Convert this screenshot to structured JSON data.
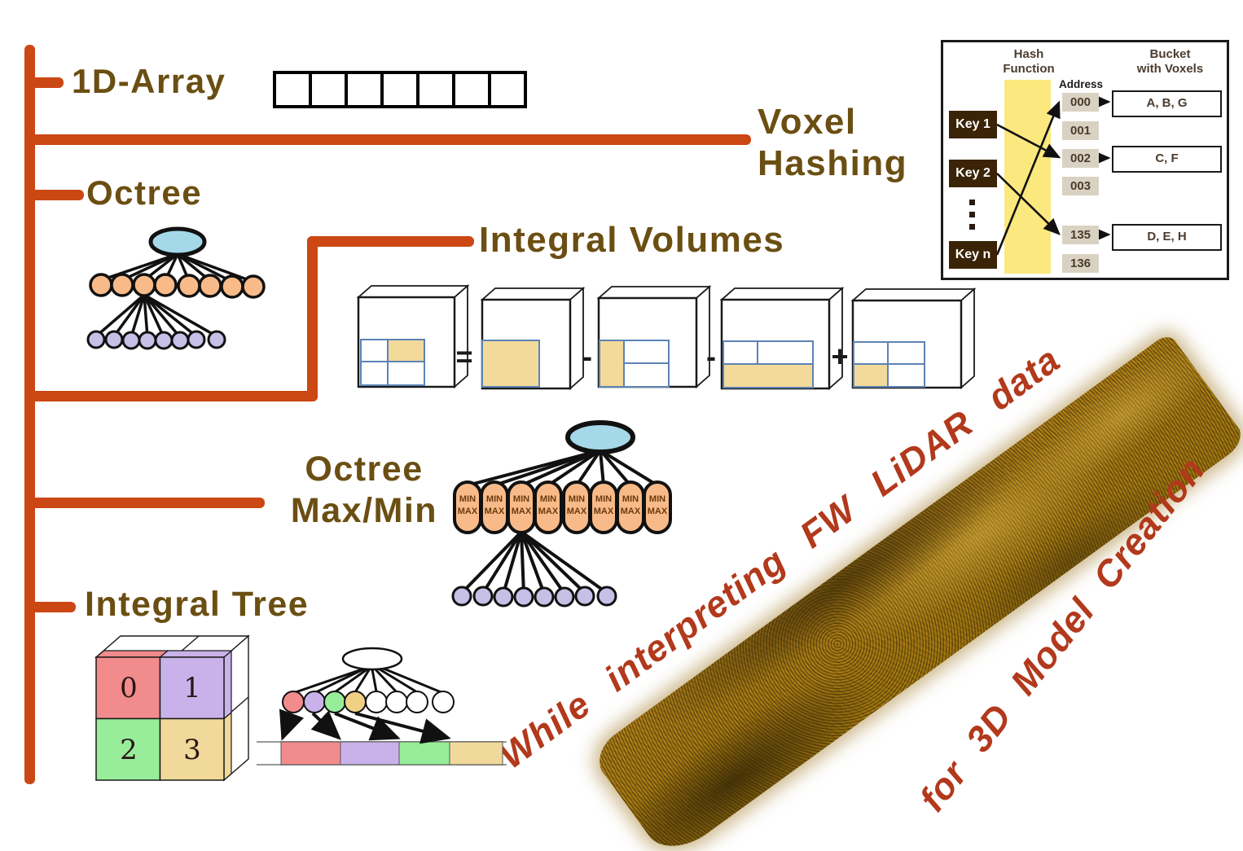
{
  "headings": {
    "array_1d": "1D-Array",
    "octree": "Octree",
    "voxel_line1": "Voxel",
    "voxel_line2": "Hashing",
    "integral_volumes": "Integral Volumes",
    "octree_maxmin_line1": "Octree",
    "octree_maxmin_line2": "Max/Min",
    "integral_tree": "Integral Tree"
  },
  "array_1d": {
    "cell_count": 7
  },
  "integral_volumes": {
    "operators": [
      "=",
      "-",
      "-",
      "+"
    ]
  },
  "octree_maxmin": {
    "nodes": [
      {
        "line1": "MIN",
        "line2": "MAX"
      },
      {
        "line1": "MIN",
        "line2": "MAX"
      },
      {
        "line1": "MIN",
        "line2": "MAX"
      },
      {
        "line1": "MIN",
        "line2": "MAX"
      },
      {
        "line1": "MIN",
        "line2": "MAX"
      },
      {
        "line1": "MIN",
        "line2": "MAX"
      },
      {
        "line1": "MIN",
        "line2": "MAX"
      },
      {
        "line1": "MIN",
        "line2": "MAX"
      }
    ]
  },
  "hash_diagram": {
    "header_hash_line1": "Hash",
    "header_hash_line2": "Function",
    "header_bucket_line1": "Bucket",
    "header_bucket_line2": "with Voxels",
    "address_label": "Address",
    "addresses": [
      "000",
      "001",
      "002",
      "003",
      "135",
      "136"
    ],
    "keys": [
      "Key 1",
      "Key 2",
      "Key n"
    ],
    "buckets": [
      "A, B, G",
      "C, F",
      "D, E, H"
    ]
  },
  "integral_tree": {
    "quadrants": [
      "0",
      "1",
      "2",
      "3"
    ]
  },
  "rotated_text": {
    "line1": "While interpreting FW LiDAR data",
    "line2": "for 3D Model Creation"
  },
  "colors": {
    "spine": "#cb4714",
    "heading": "#6b4e12",
    "red_text": "#b2391c",
    "volume_tan": "#f3da9b",
    "grid_blue": "#5b84b5",
    "node_orange": "#f8ba88",
    "node_purple": "#c6bfe6",
    "root_blue": "#a5d9e9",
    "key_bg": "#3a2306",
    "hash_yellow": "#fbe87e",
    "addr_bg": "#d9d2c2",
    "hash_text": "#4a3c2e",
    "terrain_gold": "#b08018",
    "quad0": "#f28b8b",
    "quad1": "#c9b2ea",
    "quad2": "#97ed9a",
    "quad3": "#f1d99b"
  }
}
